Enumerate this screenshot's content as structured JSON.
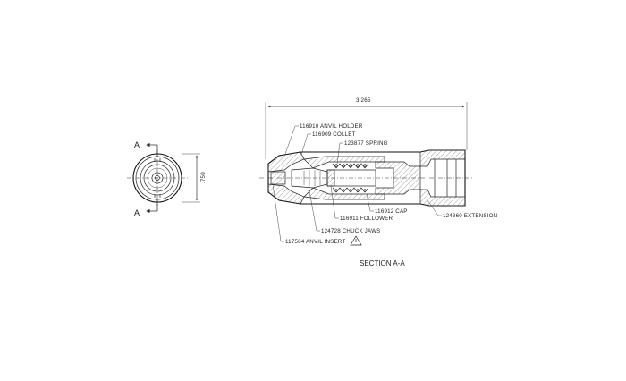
{
  "end_view": {
    "dimension": ".750",
    "section_marker_top": "A",
    "section_marker_bottom": "A"
  },
  "section_view": {
    "title": "SECTION  A-A",
    "overall_dimension": "3.265",
    "callouts": [
      {
        "id": "anvil-holder",
        "text": "116910 ANVIL HOLDER"
      },
      {
        "id": "collet",
        "text": "116909 COLLET"
      },
      {
        "id": "spring",
        "text": "123877 SPRING"
      },
      {
        "id": "cap",
        "text": "116912 CAP"
      },
      {
        "id": "extension",
        "text": "124360 EXTENSION"
      },
      {
        "id": "follower",
        "text": "116911 FOLLOWER"
      },
      {
        "id": "chuck-jaws",
        "text": "124728 CHUCK JAWS"
      },
      {
        "id": "anvil-insert",
        "text": "117564 ANVIL INSERT"
      }
    ]
  }
}
